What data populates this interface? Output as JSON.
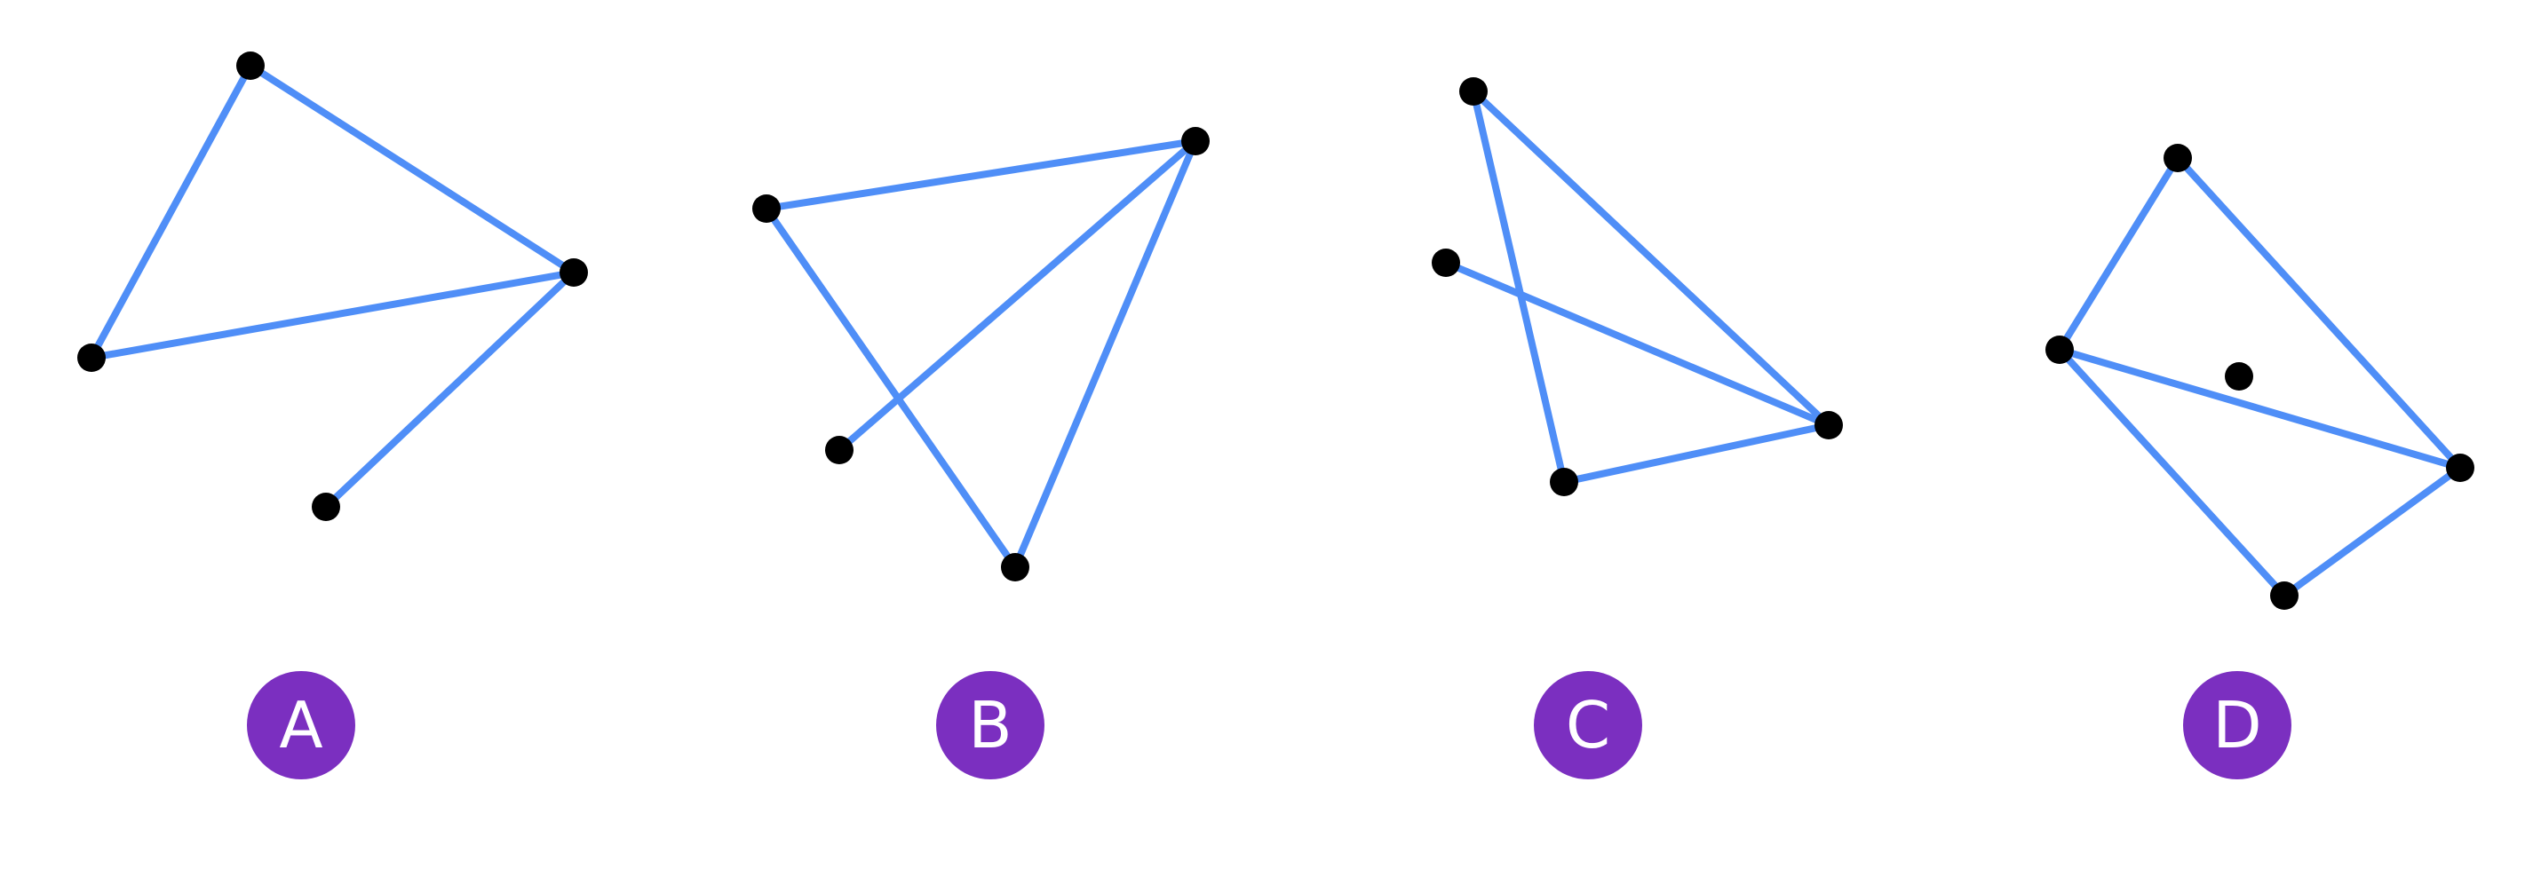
{
  "colors": {
    "edge": "#4f8ef7",
    "node": "#000000",
    "badge": "#7b2fc0",
    "badge_text": "#ffffff"
  },
  "options": [
    {
      "label": "A",
      "nodes": [
        "a1",
        "a2",
        "a3",
        "a4"
      ],
      "edges": [
        [
          "a1",
          "a2"
        ],
        [
          "a1",
          "a3"
        ],
        [
          "a2",
          "a3"
        ],
        [
          "a2",
          "a4"
        ]
      ]
    },
    {
      "label": "B",
      "nodes": [
        "b1",
        "b2",
        "b3",
        "b4"
      ],
      "edges": [
        [
          "b1",
          "b2"
        ],
        [
          "b1",
          "b4"
        ],
        [
          "b2",
          "b3"
        ],
        [
          "b2",
          "b4"
        ]
      ]
    },
    {
      "label": "C",
      "nodes": [
        "c1",
        "c2",
        "c3",
        "c4"
      ],
      "edges": [
        [
          "c1",
          "c3"
        ],
        [
          "c1",
          "c4"
        ],
        [
          "c2",
          "c3"
        ],
        [
          "c3",
          "c4"
        ]
      ]
    },
    {
      "label": "D",
      "nodes": [
        "d1",
        "d2",
        "d3",
        "d4",
        "d5"
      ],
      "edges": [
        [
          "d1",
          "d2"
        ],
        [
          "d1",
          "d4"
        ],
        [
          "d2",
          "d4"
        ],
        [
          "d2",
          "d5"
        ],
        [
          "d4",
          "d5"
        ]
      ]
    }
  ]
}
